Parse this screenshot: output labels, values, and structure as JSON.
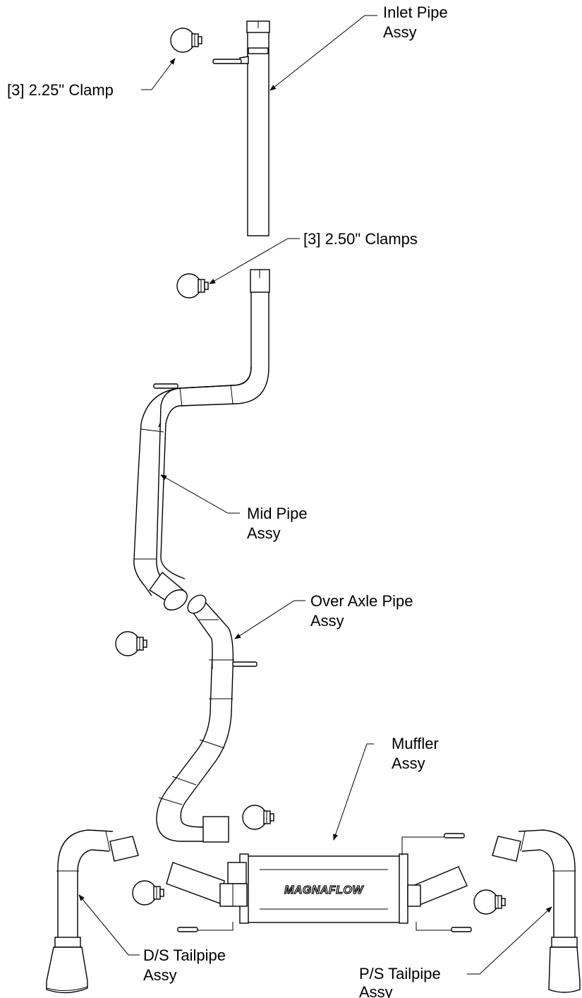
{
  "labels": {
    "inlet_pipe": [
      "Inlet Pipe",
      "Assy"
    ],
    "clamp_225": "[3] 2.25\" Clamp",
    "clamps_250": "[3] 2.50\" Clamps",
    "mid_pipe": [
      "Mid Pipe",
      "Assy"
    ],
    "over_axle_pipe": [
      "Over Axle Pipe",
      "Assy"
    ],
    "muffler": [
      "Muffler",
      "Assy"
    ],
    "ds_tailpipe": [
      "D/S Tailpipe",
      "Assy"
    ],
    "ps_tailpipe": [
      "P/S Tailpipe",
      "Assy"
    ]
  },
  "logo_text": "MAGNAFLOW"
}
